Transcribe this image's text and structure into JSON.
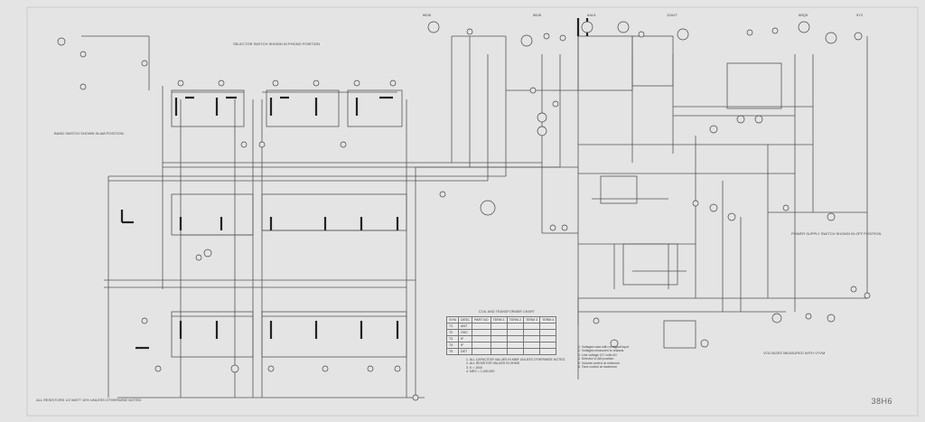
{
  "sheet": {
    "page_number": "38H6",
    "tube_labels": [
      "6BJ6",
      "6BJ6",
      "6AL5",
      "12AX7",
      "6BQ5",
      "5Y3"
    ],
    "note_left_top": "SELECTOR SWITCH SHOWN IN PHONO POSITION",
    "note_left_mid": "BAND SWITCH SHOWN IN AM POSITION",
    "note_bottom_left": "ALL RESISTORS 1/2 WATT 10% UNLESS OTHERWISE NOTED",
    "note_right_mid": "POWER SUPPLY SWITCH SHOWN IN OFF POSITION",
    "note_right_bottom": "VOLTAGES MEASURED WITH VTVM",
    "chart_title": "COIL AND TRANSFORMER CHART",
    "chart_header": [
      "SYM",
      "DESC",
      "PART NO",
      "TERM 1",
      "TERM 2",
      "TERM 3",
      "TERM 4"
    ],
    "chart_rows": [
      [
        "T1",
        "ANT",
        "",
        "",
        "",
        "",
        ""
      ],
      [
        "T2",
        "OSC",
        "",
        "",
        "",
        "",
        ""
      ],
      [
        "T3",
        "IF",
        "",
        "",
        "",
        "",
        ""
      ],
      [
        "T4",
        "IF",
        "",
        "",
        "",
        "",
        ""
      ],
      [
        "T5",
        "DET",
        "",
        "",
        "",
        "",
        ""
      ]
    ],
    "notes_center": [
      "1. ALL CAPACITOR VALUES IN MMF UNLESS OTHERWISE NOTED",
      "2. ALL RESISTOR VALUES IN OHMS",
      "3. K = 1000",
      "4. MEG = 1,000,000"
    ],
    "notes_right_list": [
      "1. Voltages read with no signal input",
      "2. Voltages measured to chassis",
      "3. Line voltage 117 volts AC",
      "4. Selector in AM position",
      "5. Volume control at minimum",
      "6. Tone control at maximum"
    ]
  }
}
